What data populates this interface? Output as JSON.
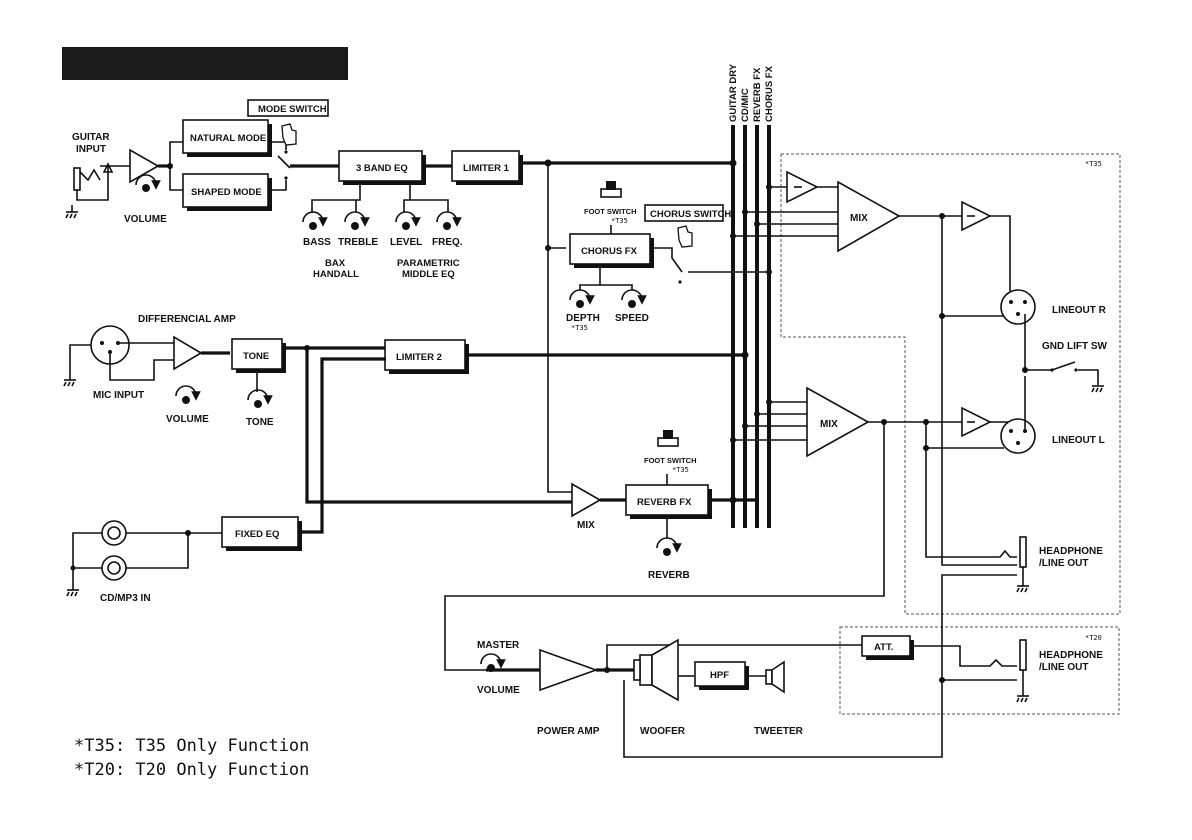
{
  "buses": [
    "GUITAR DRY",
    "CD/MIC",
    "REVERB FX",
    "CHORUS FX"
  ],
  "blocks": {
    "natural_mode": "NATURAL MODE",
    "shaped_mode": "SHAPED MODE",
    "mode_switch": "MODE SWITCH",
    "eq3": "3 BAND EQ",
    "limiter1": "LIMITER 1",
    "chorus_fx": "CHORUS FX",
    "chorus_switch": "CHORUS SWITCH",
    "tone_box": "TONE",
    "limiter2": "LIMITER 2",
    "reverb_fx": "REVERB FX",
    "fixed_eq": "FIXED EQ",
    "hpf": "HPF",
    "att": "ATT."
  },
  "labels": {
    "guitar_input": [
      "GUITAR",
      "INPUT"
    ],
    "volume": "VOLUME",
    "bass": "BASS",
    "treble": "TREBLE",
    "level": "LEVEL",
    "freq": "FREQ.",
    "bax": [
      "BAX",
      "HANDALL"
    ],
    "parametric": [
      "PARAMETRIC",
      "MIDDLE EQ"
    ],
    "foot_switch": "FOOT SWITCH",
    "t35_mark": "*T35",
    "t20_mark": "*T20",
    "depth": "DEPTH",
    "speed": "SPEED",
    "differencial_amp": "DIFFERENCIAL AMP",
    "mic_input": "MIC INPUT",
    "tone": "TONE",
    "mix": "MIX",
    "reverb": "REVERB",
    "cd_mp3_in": "CD/MP3 IN",
    "lineout_r": "LINEOUT R",
    "lineout_l": "LINEOUT L",
    "gnd_lift_sw": "GND LIFT SW",
    "headphone": [
      "HEADPHONE",
      "/LINE OUT"
    ],
    "master": "MASTER",
    "power_amp": "POWER AMP",
    "woofer": "WOOFER",
    "tweeter": "TWEETER"
  },
  "notes": [
    "*T35: T35 Only Function",
    "*T20: T20 Only Function"
  ]
}
